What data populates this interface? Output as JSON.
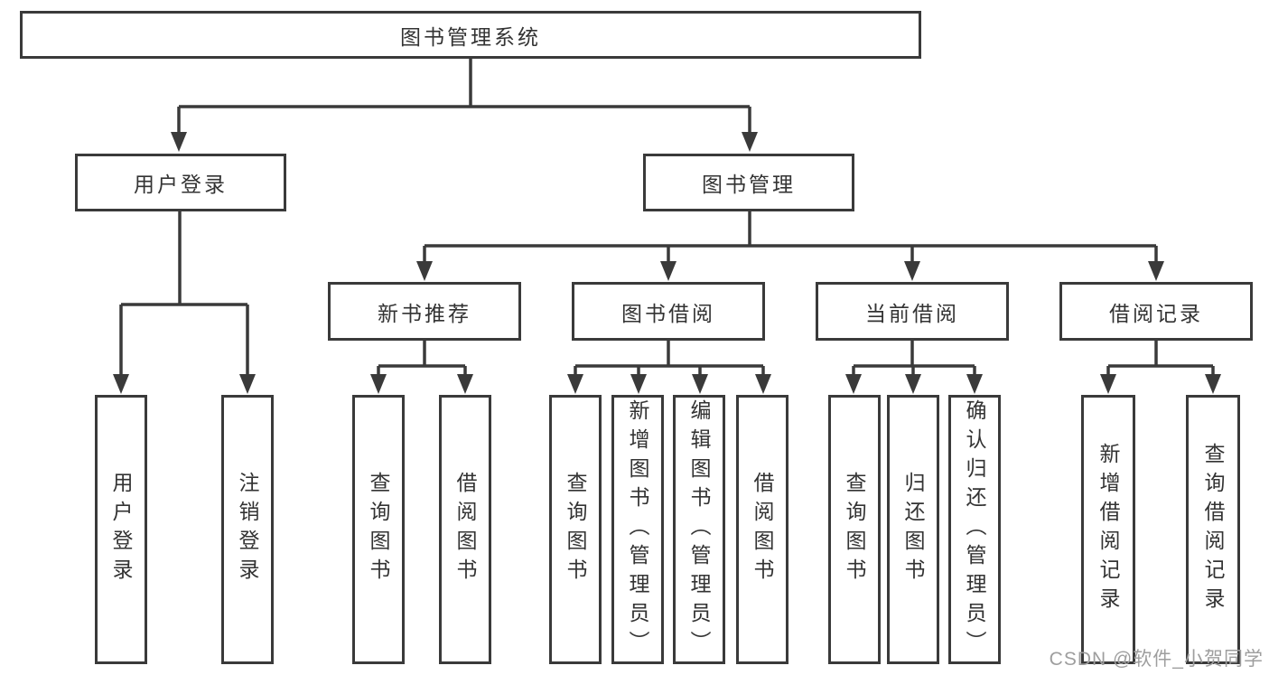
{
  "tree": {
    "label": "图书管理系统",
    "children": [
      {
        "label": "用户登录",
        "children": [
          {
            "label": "用户登录"
          },
          {
            "label": "注销登录"
          }
        ]
      },
      {
        "label": "图书管理",
        "children": [
          {
            "label": "新书推荐",
            "children": [
              {
                "label": "查询图书"
              },
              {
                "label": "借阅图书"
              }
            ]
          },
          {
            "label": "图书借阅",
            "children": [
              {
                "label": "查询图书"
              },
              {
                "label": "新增图书（管理员）"
              },
              {
                "label": "编辑图书（管理员）"
              },
              {
                "label": "借阅图书"
              }
            ]
          },
          {
            "label": "当前借阅",
            "children": [
              {
                "label": "查询图书"
              },
              {
                "label": "归还图书"
              },
              {
                "label": "确认归还（管理员）"
              }
            ]
          },
          {
            "label": "借阅记录",
            "children": [
              {
                "label": "新增借阅记录"
              },
              {
                "label": "查询借阅记录"
              }
            ]
          }
        ]
      }
    ]
  },
  "watermark": "CSDN @软件_小贺同学",
  "colors": {
    "line": "#3a3a3a",
    "text": "#333333",
    "watermark": "#9e9e9e"
  }
}
